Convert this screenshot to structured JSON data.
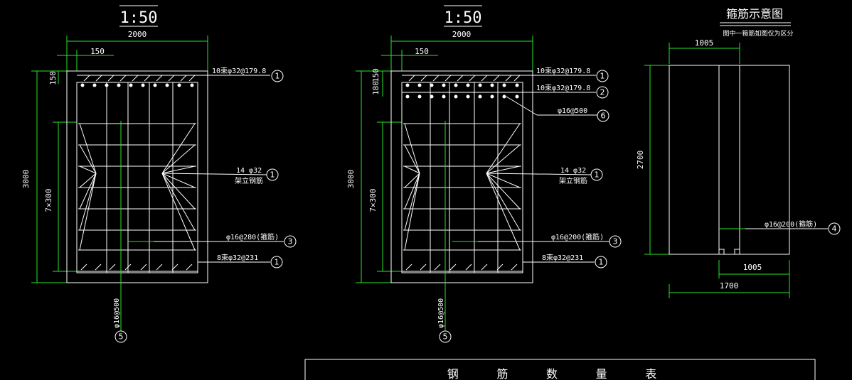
{
  "colors": {
    "background": "#000000",
    "lines": "#ffffff",
    "dimension": "#29e329"
  },
  "section_a": {
    "scale": "1:50",
    "width_dim": "2000",
    "cover_dim": "150",
    "height_dim": "3000",
    "top_cover": "150",
    "spacing_dim": "7×300",
    "callout_1a": "10束φ32@179.8",
    "callout_1b": "14 φ32",
    "callout_1b_sub": "架立钢筋",
    "callout_3": "φ16@280(箍筋)",
    "callout_1c": "8束φ32@231",
    "callout_5": "φ16@500",
    "marks": {
      "m1a": "1",
      "m1b": "1",
      "m3": "3",
      "m1c": "1",
      "m5": "5"
    }
  },
  "section_b": {
    "scale": "1:50",
    "width_dim": "2000",
    "cover_dim": "150",
    "height_dim": "3000",
    "top_cover": "180",
    "top_cover2": "150",
    "spacing_dim": "7×300",
    "callout_1a": "10束φ32@179.8",
    "callout_2": "10束φ32@179.8",
    "callout_6": "φ16@500",
    "callout_1b": "14 φ32",
    "callout_1b_sub": "架立钢筋",
    "callout_3": "φ16@200(箍筋)",
    "callout_1c": "8束φ32@231",
    "callout_5": "φ16@500",
    "marks": {
      "m1a": "1",
      "m2": "2",
      "m6": "6",
      "m1b": "1",
      "m3": "3",
      "m1c": "1",
      "m5": "5"
    }
  },
  "stirrup_detail": {
    "title": "箍筋示意图",
    "subtitle": "图中一箍筋如图仅为区分",
    "top_dim": "1005",
    "height_dim": "2700",
    "callout_4": "φ16@200(箍筋)",
    "mark_4": "4",
    "bottom_dim": "1005",
    "overall_dim": "1700"
  },
  "table": {
    "title": "钢  筋  数  量  表"
  }
}
